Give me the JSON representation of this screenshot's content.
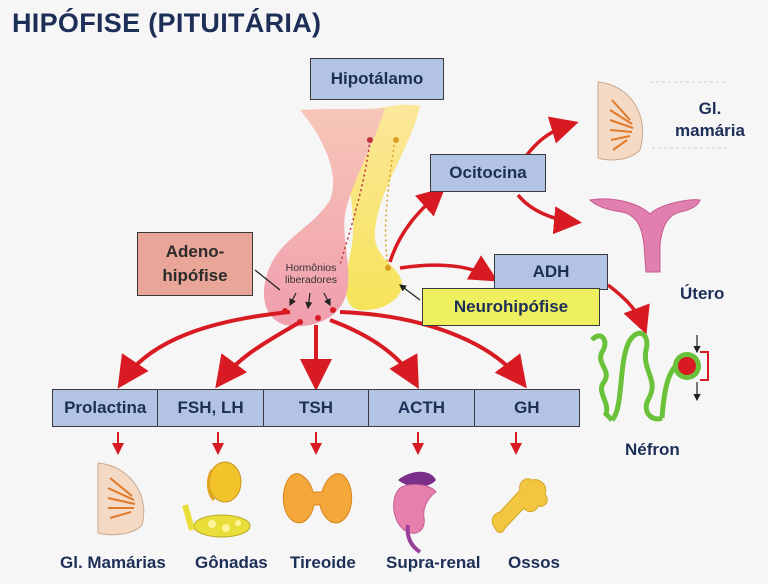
{
  "title": "HIPÓFISE (PITUITÁRIA)",
  "boxes": {
    "hipotalamo": "Hipotálamo",
    "ocitocina": "Ocitocina",
    "adeno_line1": "Adeno-",
    "adeno_line2": "hipófise",
    "adh": "ADH",
    "neurohipofise": "Neurohipófise"
  },
  "inner_label_line1": "Hormônios",
  "inner_label_line2": "liberadores",
  "hormones": [
    "Prolactina",
    "FSH, LH",
    "TSH",
    "ACTH",
    "GH"
  ],
  "targets": [
    "Gl. Mamárias",
    "Gônadas",
    "Tireoide",
    "Supra-renal",
    "Ossos"
  ],
  "right_labels": {
    "gl_mamaria_line1": "Gl.",
    "gl_mamaria_line2": "mamária",
    "utero": "Útero",
    "nefron": "Néfron"
  },
  "colors": {
    "arrow": "#d81b22",
    "blue_box": "#b3c3e4",
    "pink_box": "#e9a597",
    "yellow_box": "#eef060",
    "title": "#1d2f57"
  }
}
